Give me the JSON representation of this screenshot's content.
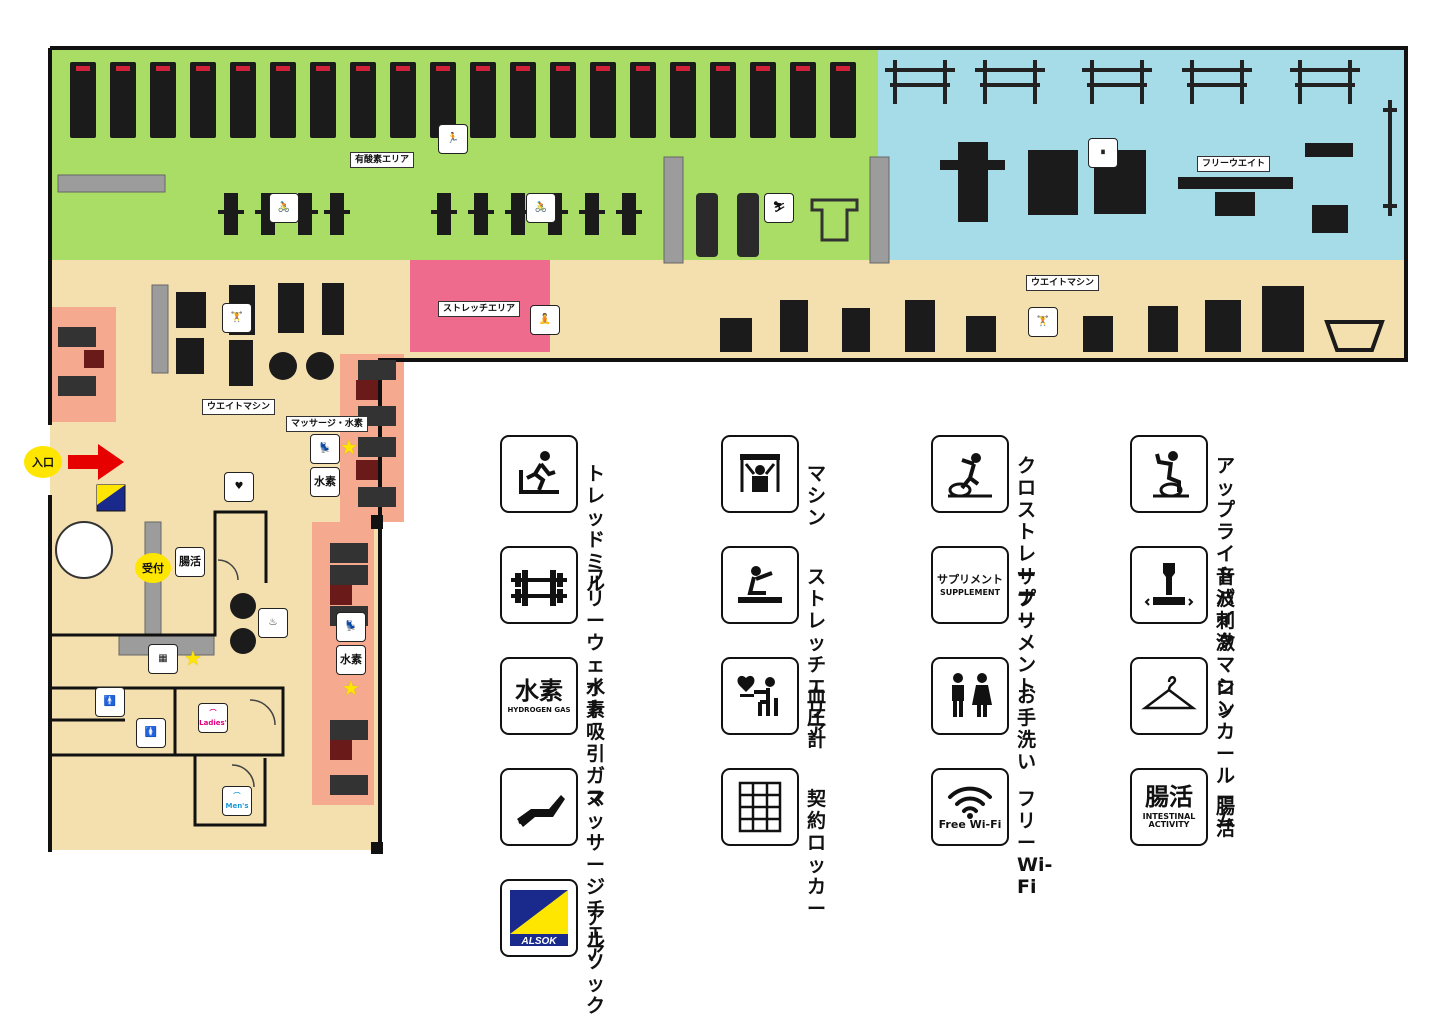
{
  "floor": {
    "zones": {
      "cardio": "有酸素エリア",
      "free_weight": "フリーウエイト",
      "weight_machine_right": "ウエイトマシン",
      "weight_machine_left": "ウエイトマシン",
      "stretch": "ストレッチエリア",
      "massage_hydrogen": "マッサージ・水素"
    },
    "entrance": "入口",
    "reception": "受付",
    "alsok_logo": "ALSOK",
    "ladies_label": "Ladies'",
    "mens_label": "Men's",
    "colors": {
      "cardio_green": "#a9dd66",
      "free_weight_blue": "#a6dce8",
      "machine_beige": "#f4dfae",
      "stretch_pink": "#ef6b8e",
      "massage_salmon": "#f5a98e",
      "entrance_yellow": "#ffe600",
      "arrow_red": "#e60000",
      "alsok_blue": "#1a2a8c",
      "ladies_pink": "#e4007f",
      "mens_blue": "#1c9ad6"
    }
  },
  "legend": [
    {
      "icon": "treadmill-icon",
      "label": "トレッドミル"
    },
    {
      "icon": "machine-icon",
      "label": "マシン"
    },
    {
      "icon": "cross-trainer-icon",
      "label": "クロス\nトレーナー"
    },
    {
      "icon": "upright-bike-icon",
      "label": "アップライト\nバイク"
    },
    {
      "icon": "free-weight-icon",
      "label": "フリー\nウェイト"
    },
    {
      "icon": "stretch-area-icon",
      "label": "ストレッチ\nエリア"
    },
    {
      "icon": "supplement-icon",
      "label": "サプリ\nメント",
      "icon_text": "サプリメント",
      "icon_sub": "SUPPLEMENT"
    },
    {
      "icon": "sonic-stimulation-icon",
      "label": "音波刺激\nマシン"
    },
    {
      "icon": "hydrogen-icon",
      "label": "水素\n吸引ガス",
      "icon_text": "水素",
      "icon_sub": "HYDROGEN GAS"
    },
    {
      "icon": "blood-pressure-icon",
      "label": "血圧計"
    },
    {
      "icon": "restroom-icon",
      "label": "お手洗い"
    },
    {
      "icon": "locker-room-icon",
      "label": "ロッカー\nルーム"
    },
    {
      "icon": "massage-chair-icon",
      "label": "マッサージ\nチェア"
    },
    {
      "icon": "contract-locker-icon",
      "label": "契約\nロッカー"
    },
    {
      "icon": "wifi-icon",
      "label": "フリー\nWi-Fi",
      "icon_sub": "Free Wi-Fi"
    },
    {
      "icon": "intestinal-icon",
      "label": "腸活",
      "icon_text": "腸活",
      "icon_sub": "INTESTINAL\nACTIVITY"
    },
    {
      "icon": "alsok-icon",
      "label": "アルソック",
      "icon_text": "ALSOK"
    }
  ]
}
